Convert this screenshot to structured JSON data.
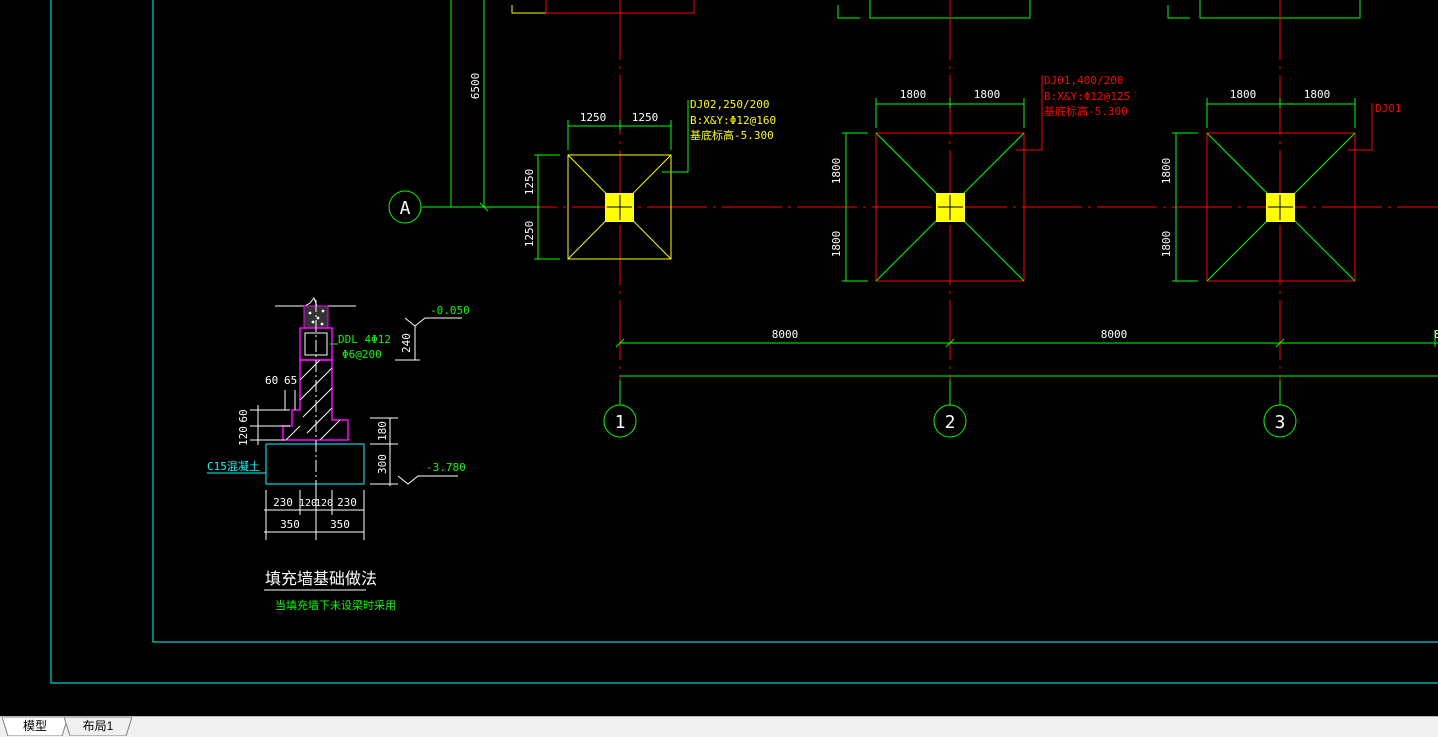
{
  "tabs": [
    {
      "label": "模型",
      "active": true
    },
    {
      "label": "布局1",
      "active": false
    }
  ],
  "colors": {
    "background": "#000000",
    "green": "#00ff00",
    "red": "#ff0000",
    "yellow": "#ffff00",
    "cyan": "#00ffff",
    "magenta": "#ff00ff",
    "white": "#ffffff"
  },
  "drawing": {
    "axis_a": "A",
    "axis_1": "1",
    "axis_2": "2",
    "axis_3": "3",
    "dim_6500": "6500",
    "dim_8000_a": "8000",
    "dim_8000_b": "8000",
    "dim_8000_c": "8",
    "dj02": {
      "dim_top_left": "1250",
      "dim_top_right": "1250",
      "dim_left_top": "1250",
      "dim_left_bottom": "1250",
      "label_1": "DJ02,250/200",
      "label_2": "B:X&Y:Φ12@160",
      "label_3": "基底标高-5.300"
    },
    "dj01a": {
      "dim_top_left": "1800",
      "dim_top_right": "1800",
      "dim_left_top": "1800",
      "dim_left_bottom": "1800",
      "label_1": "DJ01,400/200",
      "label_2": "B:X&Y:Φ12@125",
      "label_3": "基底标高-5.300"
    },
    "dj01b": {
      "dim_top_left": "1800",
      "dim_top_right": "1800",
      "dim_left_top": "1800",
      "dim_left_bottom": "1800",
      "label_1": "DJ01"
    },
    "detail": {
      "elev_top": "-0.050",
      "elev_bottom": "-3.780",
      "ddl_1": "DDL 4Φ12",
      "ddl_2": "Φ6@200",
      "dim_240": "240",
      "dim_60a": "60",
      "dim_65": "65",
      "dim_60b": "60",
      "dim_120v": "120",
      "dim_180": "180",
      "dim_300": "300",
      "c15": "C15混凝土",
      "dim_230a": "230",
      "dim_120a": "120",
      "dim_120b": "120",
      "dim_230b": "230",
      "dim_350a": "350",
      "dim_350b": "350",
      "title": "填充墙基础做法",
      "subtitle": "当填充墙下未设梁时采用"
    }
  }
}
